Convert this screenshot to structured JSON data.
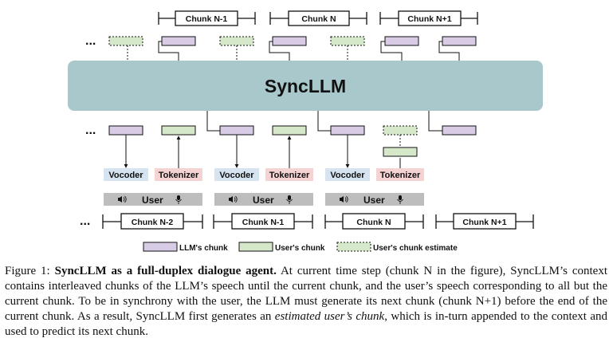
{
  "figure": {
    "model_label": "SyncLLM",
    "ellipsis": "...",
    "top_chunks": [
      "Chunk N-1",
      "Chunk N",
      "Chunk N+1"
    ],
    "bottom_chunks": [
      "Chunk N-2",
      "Chunk N-1",
      "Chunk N",
      "Chunk N+1"
    ],
    "vocoder_label": "Vocoder",
    "tokenizer_label": "Tokenizer",
    "user_label": "User",
    "legend": {
      "llm": "LLM's chunk",
      "user": "User's chunk",
      "estimate": "User's chunk estimate"
    },
    "colors": {
      "model_bg": "#a8c8cc",
      "llm_chunk": "#d7cbe6",
      "user_chunk": "#d5e8c9",
      "vocoder_bg": "#d6e4f2",
      "tokenizer_bg": "#f6d3d3",
      "user_bar": "#bdbdbd"
    }
  },
  "caption": {
    "prefix": "Figure 1: ",
    "bold": "SyncLLM as a full-duplex dialogue agent.",
    "text1": " At current time step (chunk N in the figure), SyncLLM’s context contains interleaved chunks of the LLM’s speech until the current chunk, and the user’s speech corresponding to all but the current chunk. To be in synchrony with the user, the LLM must generate its next chunk (chunk N+1) before the end of the current chunk. As a result, SyncLLM first generates an ",
    "italic": "estimated user’s chunk",
    "text2": ", which is in-turn appended to the context and used to predict its next chunk."
  }
}
